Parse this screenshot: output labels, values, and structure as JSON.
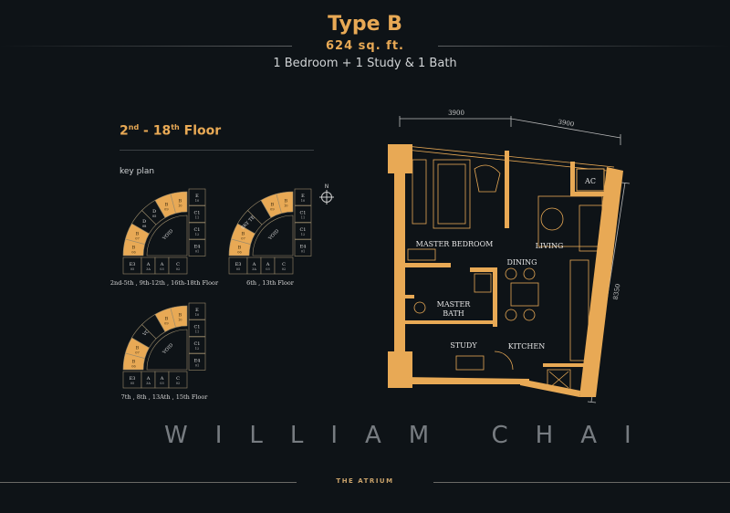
{
  "header": {
    "title": "Type B",
    "area": "624 sq. ft.",
    "rooms": "1 Bedroom + 1 Study & 1 Bath"
  },
  "floor_range": {
    "from": "2",
    "from_sup": "nd",
    "sep": " - ",
    "to": "18",
    "to_sup": "th",
    "suffix": " Floor"
  },
  "key_plan_label": "key plan",
  "key_plans": [
    {
      "caption": "2nd-5th , 9th-12th , 16th-18th Floor",
      "ring": [
        [
          "B",
          "06",
          true
        ],
        [
          "B",
          "07",
          true
        ],
        [
          "D",
          "08",
          false
        ],
        [
          "D",
          "05",
          false
        ],
        [
          "B",
          "09",
          true
        ],
        [
          "B",
          "10",
          true
        ]
      ],
      "center_label": "VOID"
    },
    {
      "caption": "6th , 13th Floor",
      "ring": [
        [
          "B",
          "06",
          true
        ],
        [
          "B",
          "07",
          true
        ],
        [
          "SKY TERRACE",
          "",
          false
        ],
        [
          "",
          "",
          false
        ],
        [
          "B",
          "09",
          true
        ],
        [
          "B",
          "10",
          true
        ]
      ],
      "center_label": "VOID"
    },
    {
      "caption": "7th , 8th , 13Ath , 15th Floor",
      "ring": [
        [
          "B",
          "06",
          true
        ],
        [
          "B",
          "07",
          true
        ],
        [
          "VOID",
          "",
          false
        ],
        [
          "",
          "",
          false
        ],
        [
          "B",
          "09",
          true
        ],
        [
          "B",
          "10",
          true
        ]
      ],
      "center_label": "VOID"
    }
  ],
  "key_plan_cells": {
    "right": [
      [
        "E",
        "10"
      ],
      [
        "C1",
        "11"
      ],
      [
        "C1",
        "12"
      ],
      [
        "E4",
        "01"
      ]
    ],
    "bottom": [
      [
        "E3",
        "05"
      ],
      [
        "A",
        "3A"
      ],
      [
        "A",
        "03"
      ],
      [
        "C",
        "02"
      ]
    ]
  },
  "compass": {
    "north": "N"
  },
  "plan": {
    "dim_top_left": "3900",
    "dim_top_right": "3900",
    "dim_right": "8350",
    "rooms": {
      "master_bedroom": "MASTER BEDROOM",
      "living": "LIVING",
      "dining": "DINING",
      "master_bath_1": "MASTER",
      "master_bath_2": "BATH",
      "study": "STUDY",
      "kitchen": "KITCHEN",
      "ac": "AC"
    }
  },
  "watermark": "WILLIAM CHAI",
  "footer": "THE ATRIUM",
  "colors": {
    "gold": "#e8a955",
    "background": "#0e1317"
  }
}
